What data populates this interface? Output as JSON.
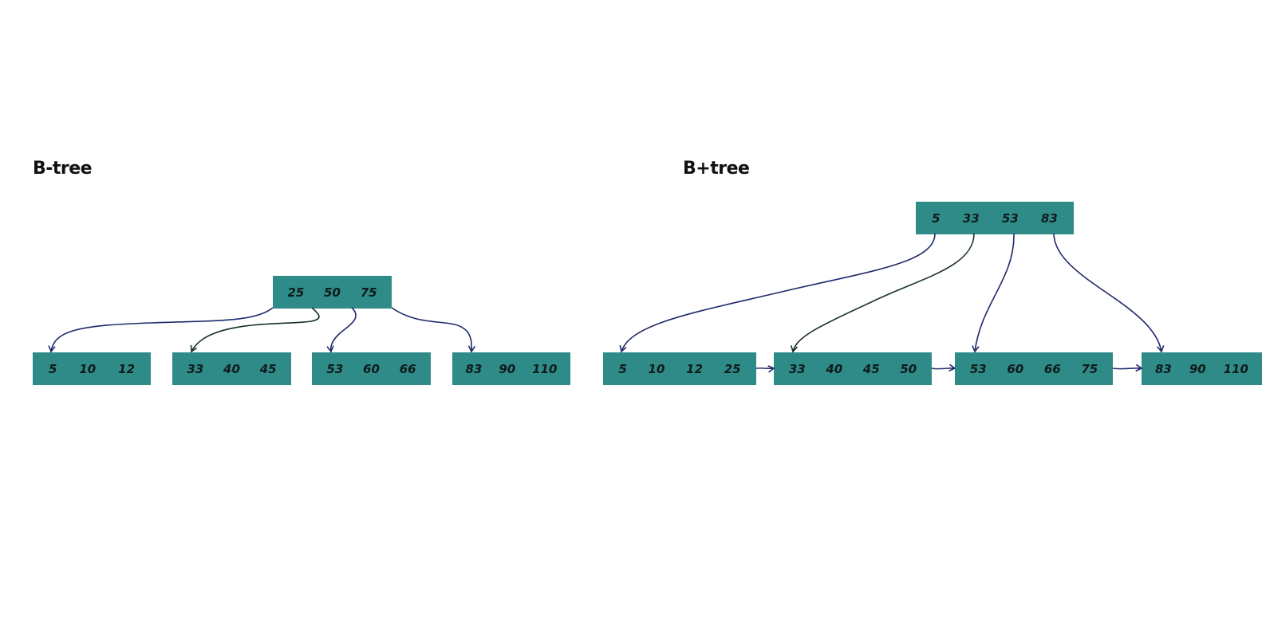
{
  "btree": {
    "title": "B-tree",
    "root": [
      "25",
      "50",
      "75"
    ],
    "leaves": [
      [
        "5",
        "10",
        "12"
      ],
      [
        "33",
        "40",
        "45"
      ],
      [
        "53",
        "60",
        "66"
      ],
      [
        "83",
        "90",
        "110"
      ]
    ]
  },
  "bplustree": {
    "title": "B+tree",
    "root": [
      "5",
      "33",
      "53",
      "83"
    ],
    "leaves": [
      [
        "5",
        "10",
        "12",
        "25"
      ],
      [
        "33",
        "40",
        "45",
        "50"
      ],
      [
        "53",
        "60",
        "66",
        "75"
      ],
      [
        "83",
        "90",
        "110"
      ]
    ]
  },
  "colors": {
    "node_fill": "#2e8b88",
    "edge_navy": "#1f2a6b",
    "edge_dark_green": "#163322",
    "text": "#111111"
  }
}
